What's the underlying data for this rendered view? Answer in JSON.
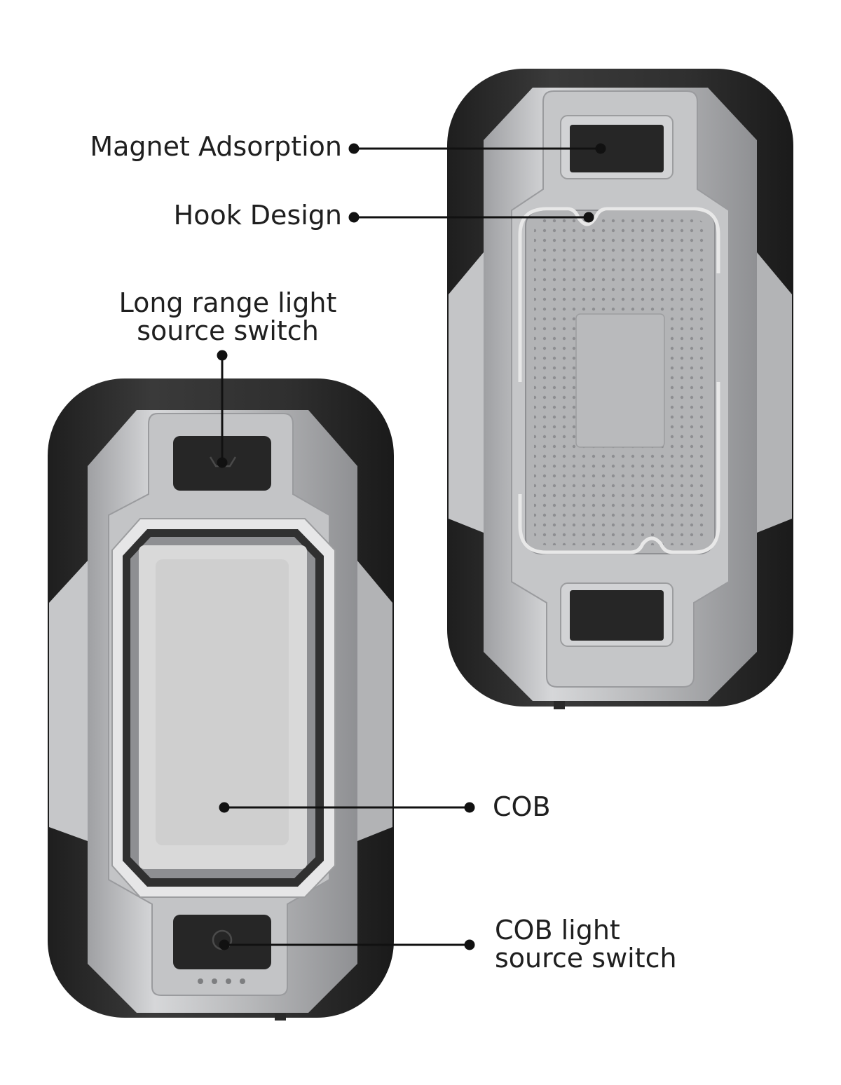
{
  "labels": {
    "magnet": "Magnet Adsorption",
    "hook": "Hook Design",
    "long_range_line1": "Long range light",
    "long_range_line2": "source switch",
    "cob": "COB",
    "cob_switch_line1": "COB light",
    "cob_switch_line2": "source switch"
  },
  "colors": {
    "rubber": "#2b2b2b",
    "rubber_light": "#3d3d3d",
    "frame_silver": "#b8b9bb",
    "frame_light": "#d4d5d7",
    "panel": "#a9aaad",
    "cob_panel": "#d9d9d9",
    "label_text": "#1f1f1f",
    "leader_line": "#111111"
  }
}
